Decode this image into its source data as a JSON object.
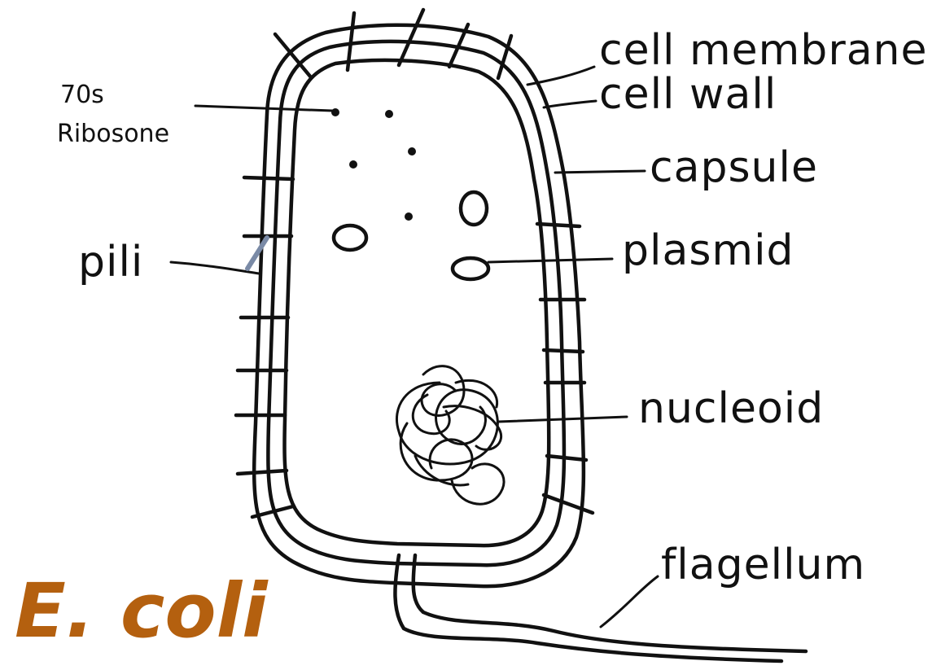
{
  "title": "E. coli",
  "colors": {
    "title": "#b4600f",
    "ink": "#111111",
    "background": "#ffffff"
  },
  "labels": {
    "ribosome_line1": "70s",
    "ribosome_line2": "Ribosone",
    "pili": "pili",
    "cell_membrane": "cell membrane",
    "cell_wall": "cell wall",
    "capsule": "capsule",
    "plasmid": "plasmid",
    "nucleoid": "nucleoid",
    "flagellum": "flagellum"
  }
}
